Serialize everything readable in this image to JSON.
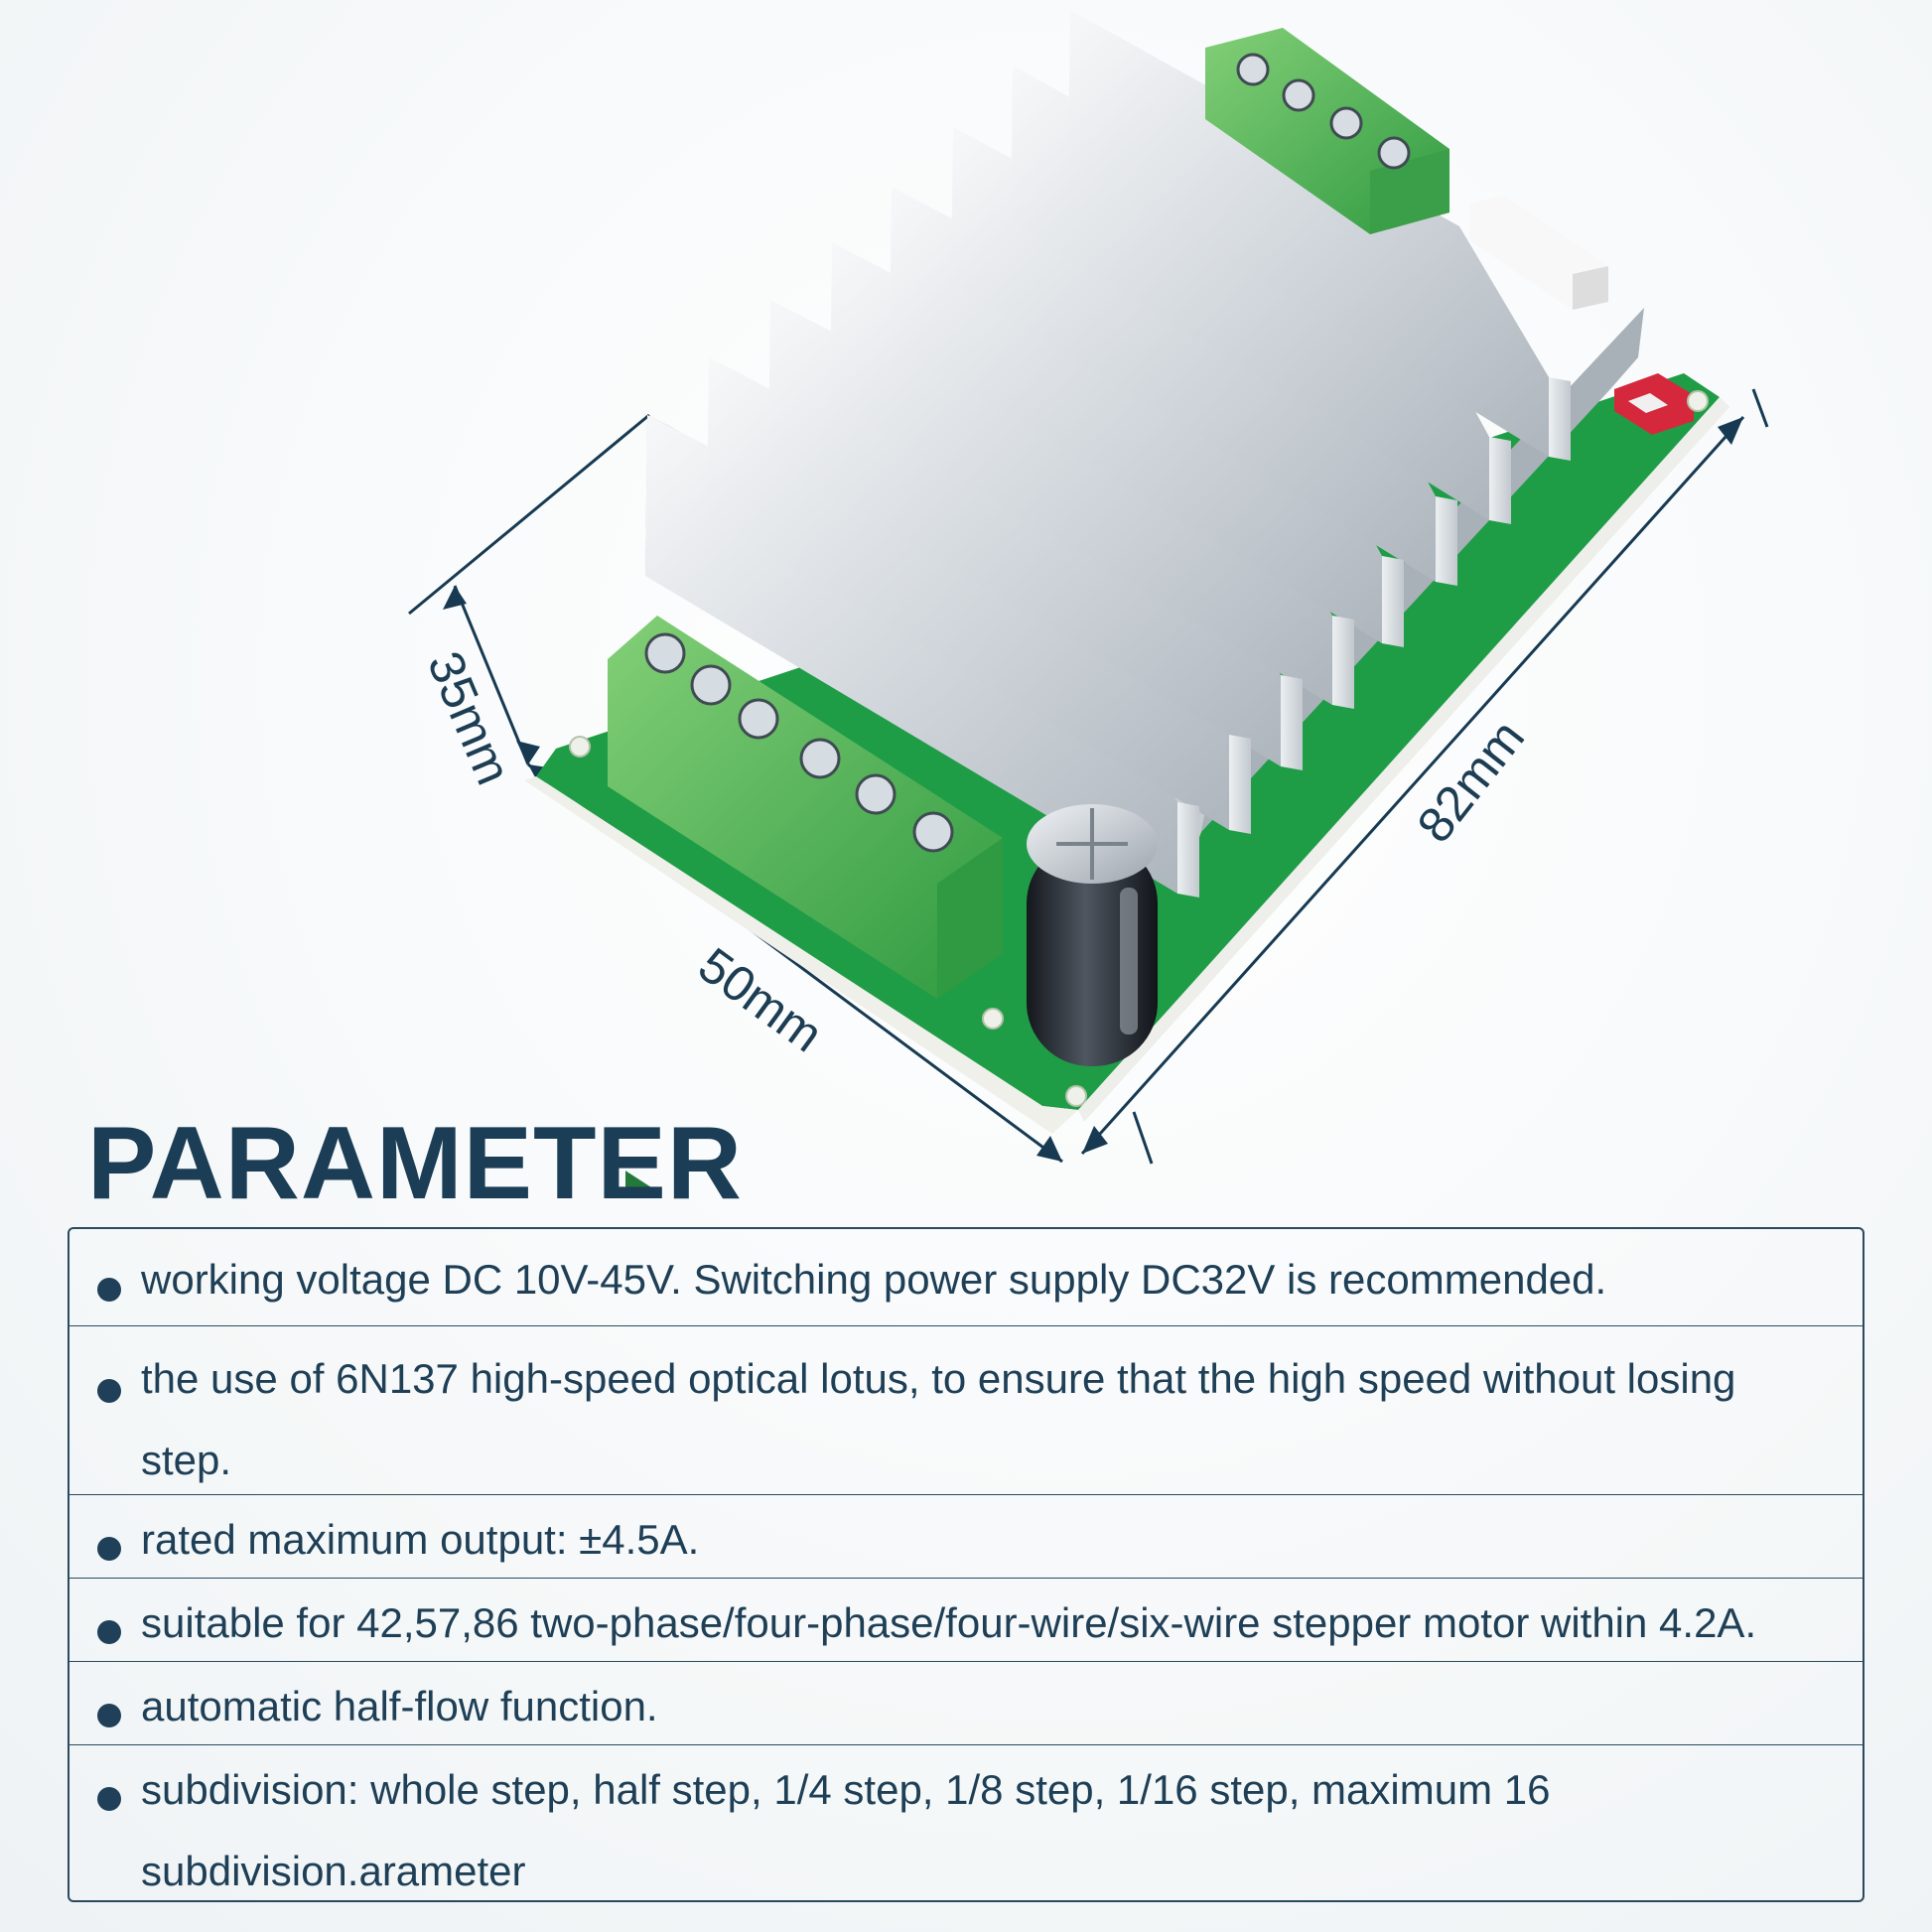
{
  "image": {
    "description_labels": {
      "width_dimension": "35mm",
      "length_dimension": "82mm",
      "depth_dimension": "50mm"
    }
  },
  "section": {
    "title": "PARAMETER"
  },
  "parameters": [
    "working voltage DC 10V-45V. Switching power supply DC32V is recommended.",
    "the use of 6N137 high-speed optical lotus, to ensure that the high speed without losing step.",
    "rated maximum output: ±4.5A.",
    "suitable for 42,57,86 two-phase/four-phase/four-wire/six-wire stepper motor within 4.2A.",
    "automatic half-flow function.",
    "subdivision: whole step, half step, 1/4 step, 1/8 step, 1/16 step, maximum 16 subdivision.arameter"
  ],
  "colors": {
    "text": "#1e3f56",
    "pcb": "#1f9d46",
    "terminal": "#5fbc5b",
    "heatsink": "#d9dde1",
    "capacitor": "#20242b",
    "switch": "#d6283c"
  }
}
